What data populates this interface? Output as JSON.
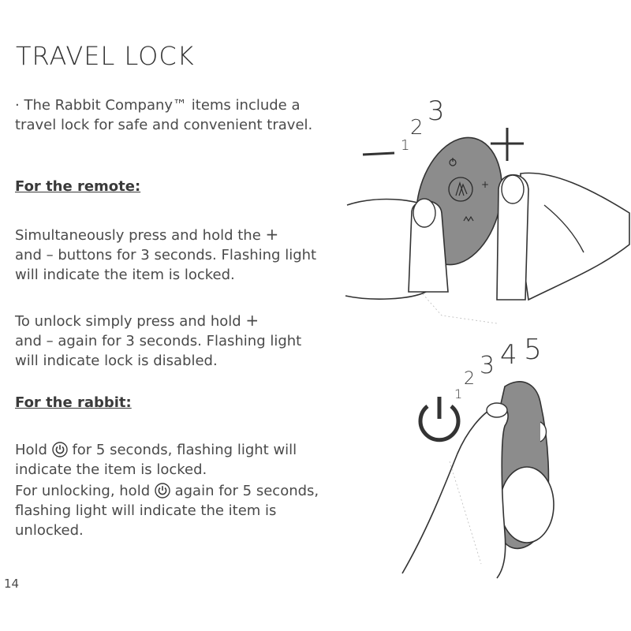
{
  "title": "TRAVEL LOCK",
  "intro": "· The Rabbit Company™ items include a travel lock for safe and convenient travel.",
  "remote": {
    "heading": "For the remote:",
    "lock_a": "Simultaneously press and hold the",
    "plus": "+",
    "lock_b": "and",
    "minus": "–",
    "lock_c": "buttons for 3 seconds. Flashing light will indicate the item is locked.",
    "unlock_a": "To unlock simply press and hold",
    "unlock_b": "and",
    "unlock_c": "again for 3 seconds. Flashing light will indicate lock is disabled."
  },
  "rabbit": {
    "heading": "For the rabbit:",
    "hold_a": "Hold",
    "hold_b": "for 5 seconds, flashing light will indicate the item is locked.",
    "unlock_a": "For unlocking, hold",
    "unlock_b": "again for 5 seconds, flashing light will indicate the item is unlocked."
  },
  "illustration_remote": {
    "minus": "–",
    "plus": "+",
    "count": [
      "1",
      "2",
      "3"
    ]
  },
  "illustration_rabbit": {
    "count": [
      "1",
      "2",
      "3",
      "4",
      "5"
    ]
  },
  "page_number": "14",
  "colors": {
    "device": "#8c8c8c",
    "text": "#4a4a4a",
    "line": "#333333"
  },
  "icons": [
    "power-icon"
  ]
}
